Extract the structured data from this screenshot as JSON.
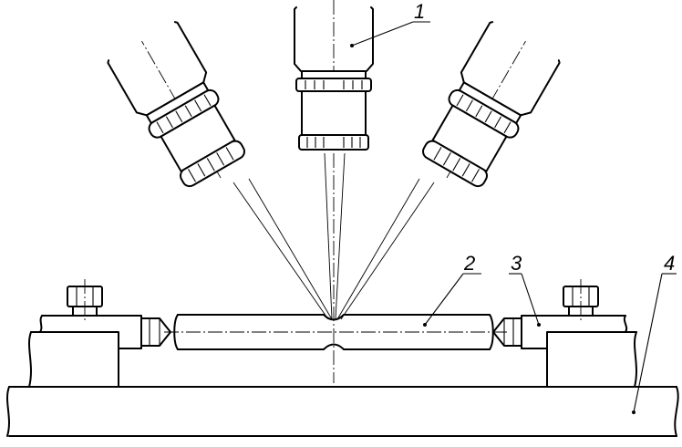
{
  "labels": {
    "camera": "1",
    "specimen": "2",
    "clamp": "3",
    "base": "4"
  }
}
